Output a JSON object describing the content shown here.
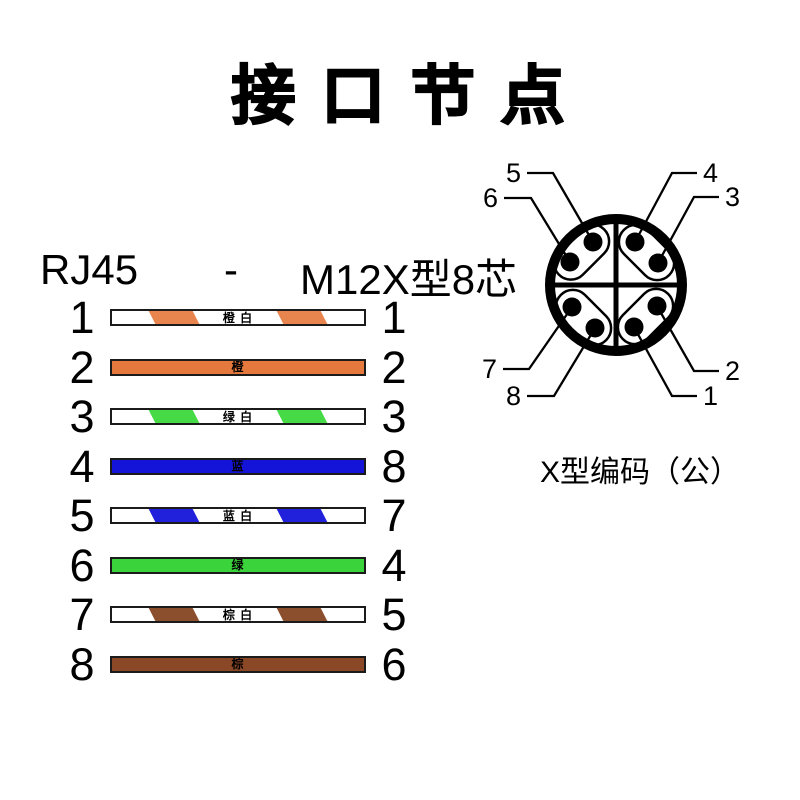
{
  "title": "接 口 节 点",
  "header": {
    "left_label": "RJ45",
    "separator": "-",
    "right_label": "M12X型8芯"
  },
  "wires": [
    {
      "rj45": "1",
      "m12": "1",
      "label": "橙 白",
      "pattern": "striped",
      "color": "#E8854F",
      "color_name": "orange-white"
    },
    {
      "rj45": "2",
      "m12": "2",
      "label": "橙",
      "pattern": "solid",
      "color": "#E5793D",
      "color_name": "orange"
    },
    {
      "rj45": "3",
      "m12": "3",
      "label": "绿 白",
      "pattern": "striped",
      "color": "#46DB46",
      "color_name": "green-white"
    },
    {
      "rj45": "4",
      "m12": "8",
      "label": "蓝",
      "pattern": "solid",
      "color": "#1414D9",
      "color_name": "blue"
    },
    {
      "rj45": "5",
      "m12": "7",
      "label": "蓝 白",
      "pattern": "striped",
      "color": "#2121DC",
      "color_name": "blue-white"
    },
    {
      "rj45": "6",
      "m12": "4",
      "label": "绿",
      "pattern": "solid",
      "color": "#3BD33B",
      "color_name": "green"
    },
    {
      "rj45": "7",
      "m12": "5",
      "label": "棕 白",
      "pattern": "striped",
      "color": "#8B4F2E",
      "color_name": "brown-white"
    },
    {
      "rj45": "8",
      "m12": "6",
      "label": "棕",
      "pattern": "solid",
      "color": "#8B4827",
      "color_name": "brown"
    }
  ],
  "connector": {
    "caption": "X型编码（公）",
    "pins": {
      "p1": "1",
      "p2": "2",
      "p3": "3",
      "p4": "4",
      "p5": "5",
      "p6": "6",
      "p7": "7",
      "p8": "8"
    },
    "outline_color": "#000000"
  }
}
